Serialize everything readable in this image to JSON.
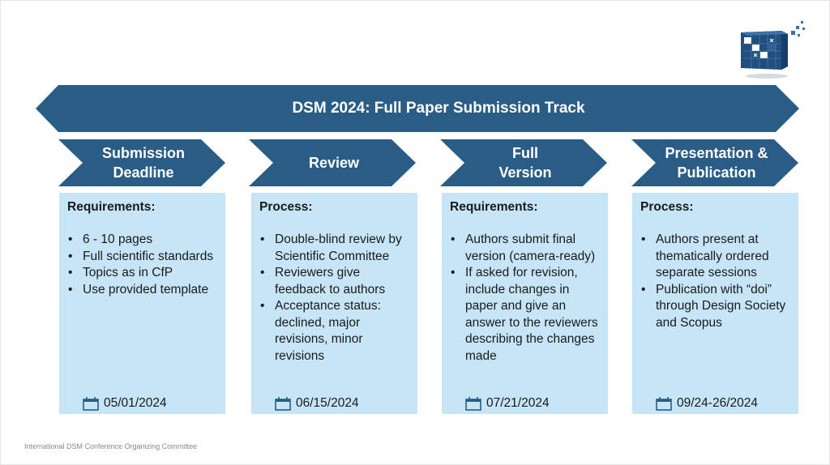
{
  "colors": {
    "primary": "#2a5d85",
    "card_bg": "#c6e6f8",
    "text": "#1a1a1a",
    "footer_text": "#8a8a8a"
  },
  "logo": {
    "icon": "dsm-cube-logo-icon"
  },
  "banner": {
    "title": "DSM 2024: Full Paper Submission Track"
  },
  "steps": [
    {
      "label": "Submission\nDeadline",
      "heading": "Requirements:",
      "items": [
        "6 - 10 pages",
        "Full scientific standards",
        "Topics as in CfP",
        "Use provided template"
      ],
      "date_icon": "calendar-icon",
      "date": "05/01/2024"
    },
    {
      "label": "Review",
      "heading": "Process:",
      "items": [
        "Double-blind review by Scientific Committee",
        "Reviewers give feedback to authors",
        "Acceptance status: declined, major revisions, minor revisions"
      ],
      "date_icon": "calendar-icon",
      "date": "06/15/2024"
    },
    {
      "label": "Full\nVersion",
      "heading": "Requirements:",
      "items": [
        "Authors submit final version (camera-ready)",
        "If asked for revision, include changes in paper and give an answer to the reviewers describing the changes made"
      ],
      "date_icon": "calendar-icon",
      "date": "07/21/2024"
    },
    {
      "label": "Presentation &\nPublication",
      "heading": "Process:",
      "items": [
        "Authors present at thematically ordered separate sessions",
        "Publication with “doi” through Design Society and Scopus"
      ],
      "date_icon": "calendar-icon",
      "date": "09/24-26/2024"
    }
  ],
  "footer": {
    "text": "International DSM Conference Organizing Committee"
  }
}
